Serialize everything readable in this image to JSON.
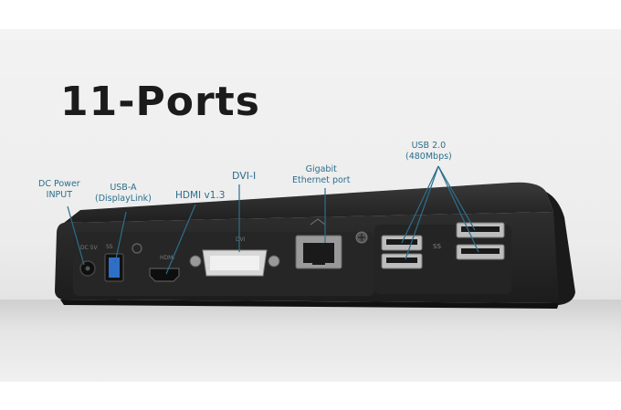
{
  "headline": "11-Ports",
  "callouts": {
    "dc_power": [
      "DC Power",
      "INPUT"
    ],
    "usb_a": [
      "USB-A",
      "(DisplayLink)"
    ],
    "hdmi": "HDMI v1.3",
    "dvi": "DVI-I",
    "ethernet": [
      "Gigabit",
      "Ethernet port"
    ],
    "usb2": [
      "USB 2.0",
      "(480Mbps)"
    ]
  },
  "device_labels": {
    "dc": "DC 5V",
    "hdmi": "HDMI",
    "dvi": "DVI",
    "ss": "SS"
  },
  "colors": {
    "callout": "#2b6f8c",
    "body": "#2a2a2a",
    "usb_blue": "#2f6fc7"
  }
}
